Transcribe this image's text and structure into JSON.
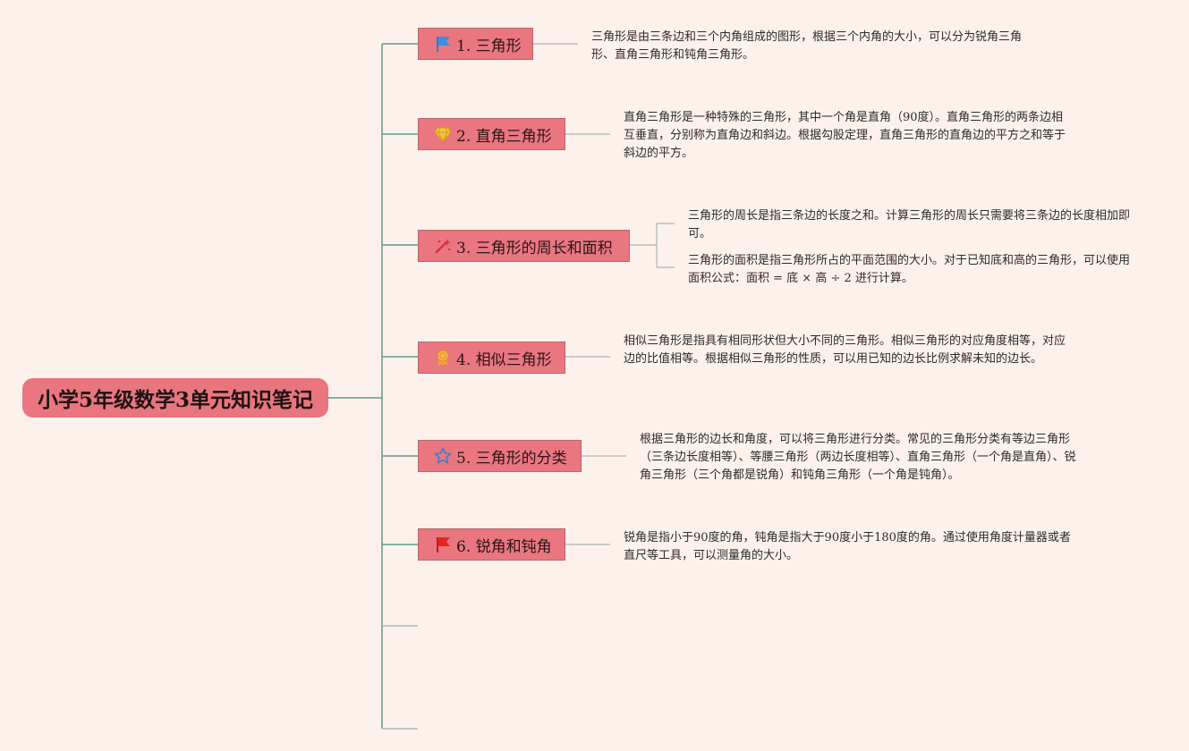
{
  "root": {
    "title": "小学5年级数学3单元知识笔记"
  },
  "topics": [
    {
      "label": "1. 三角形",
      "icon": "blue-flag-icon",
      "notes": [
        "三角形是由三条边和三个内角组成的图形，根据三个内角的大小，可以分为锐角三角形、直角三角形和钝角三角形。"
      ]
    },
    {
      "label": "2. 直角三角形",
      "icon": "gem-icon",
      "notes": [
        "直角三角形是一种特殊的三角形，其中一个角是直角（90度）。直角三角形的两条边相互垂直，分别称为直角边和斜边。根据勾股定理，直角三角形的直角边的平方之和等于斜边的平方。"
      ]
    },
    {
      "label": "3. 三角形的周长和面积",
      "icon": "magic-wand-icon",
      "notes": [
        "三角形的周长是指三条边的长度之和。计算三角形的周长只需要将三条边的长度相加即可。",
        "三角形的面积是指三角形所占的平面范围的大小。对于已知底和高的三角形，可以使用面积公式：面积 = 底 × 高 ÷ 2 进行计算。"
      ]
    },
    {
      "label": "4. 相似三角形",
      "icon": "award-ribbon-icon",
      "notes": [
        "相似三角形是指具有相同形状但大小不同的三角形。相似三角形的对应角度相等，对应边的比值相等。根据相似三角形的性质，可以用已知的边长比例求解未知的边长。"
      ]
    },
    {
      "label": "5. 三角形的分类",
      "icon": "star-icon",
      "notes": [
        "根据三角形的边长和角度，可以将三角形进行分类。常见的三角形分类有等边三角形（三条边长度相等）、等腰三角形（两边长度相等）、直角三角形（一个角是直角）、锐角三角形（三个角都是锐角）和钝角三角形（一个角是钝角）。"
      ]
    },
    {
      "label": "6. 锐角和钝角",
      "icon": "red-flag-icon",
      "notes": [
        "锐角是指小于90度的角，钝角是指大于90度小于180度的角。通过使用角度计量器或者直尺等工具，可以测量角的大小。"
      ]
    }
  ],
  "colors": {
    "background": "#fdf1ec",
    "root_fill": "#e9757e",
    "topic_fill": "#ea7680",
    "trunk_line": "#5f9a8a",
    "branch_line": "#a8b8b0"
  }
}
